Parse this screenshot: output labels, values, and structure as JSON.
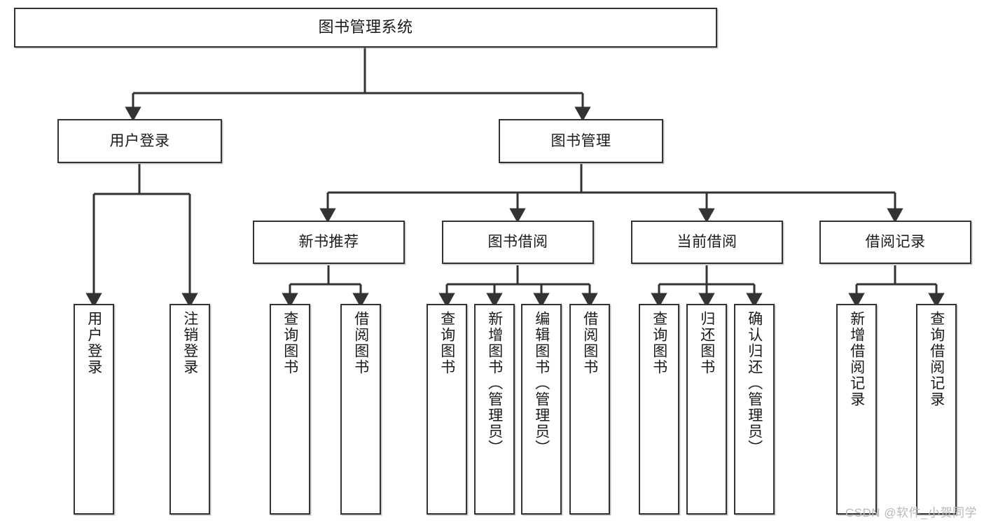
{
  "diagram": {
    "title": "图书管理系统",
    "watermark": "CSDN @软件_小贺同学",
    "colors": {
      "border": "#333333",
      "fill": "#ffffff",
      "text": "#1a1a1a",
      "watermark": "#b9b9b9"
    },
    "nodes": {
      "root": {
        "label": "图书管理系统"
      },
      "level2": [
        {
          "label": "用户登录"
        },
        {
          "label": "图书管理"
        }
      ],
      "level3": [
        {
          "label": "新书推荐"
        },
        {
          "label": "图书借阅"
        },
        {
          "label": "当前借阅"
        },
        {
          "label": "借阅记录"
        }
      ],
      "leaves": [
        {
          "label": "用户登录"
        },
        {
          "label": "注销登录"
        },
        {
          "label": "查询图书"
        },
        {
          "label": "借阅图书"
        },
        {
          "label": "查询图书"
        },
        {
          "label": "新增图书（管理员）"
        },
        {
          "label": "编辑图书（管理员）"
        },
        {
          "label": "借阅图书"
        },
        {
          "label": "查询图书"
        },
        {
          "label": "归还图书"
        },
        {
          "label": "确认归还（管理员）"
        },
        {
          "label": "新增借阅记录"
        },
        {
          "label": "查询借阅记录"
        }
      ]
    }
  }
}
